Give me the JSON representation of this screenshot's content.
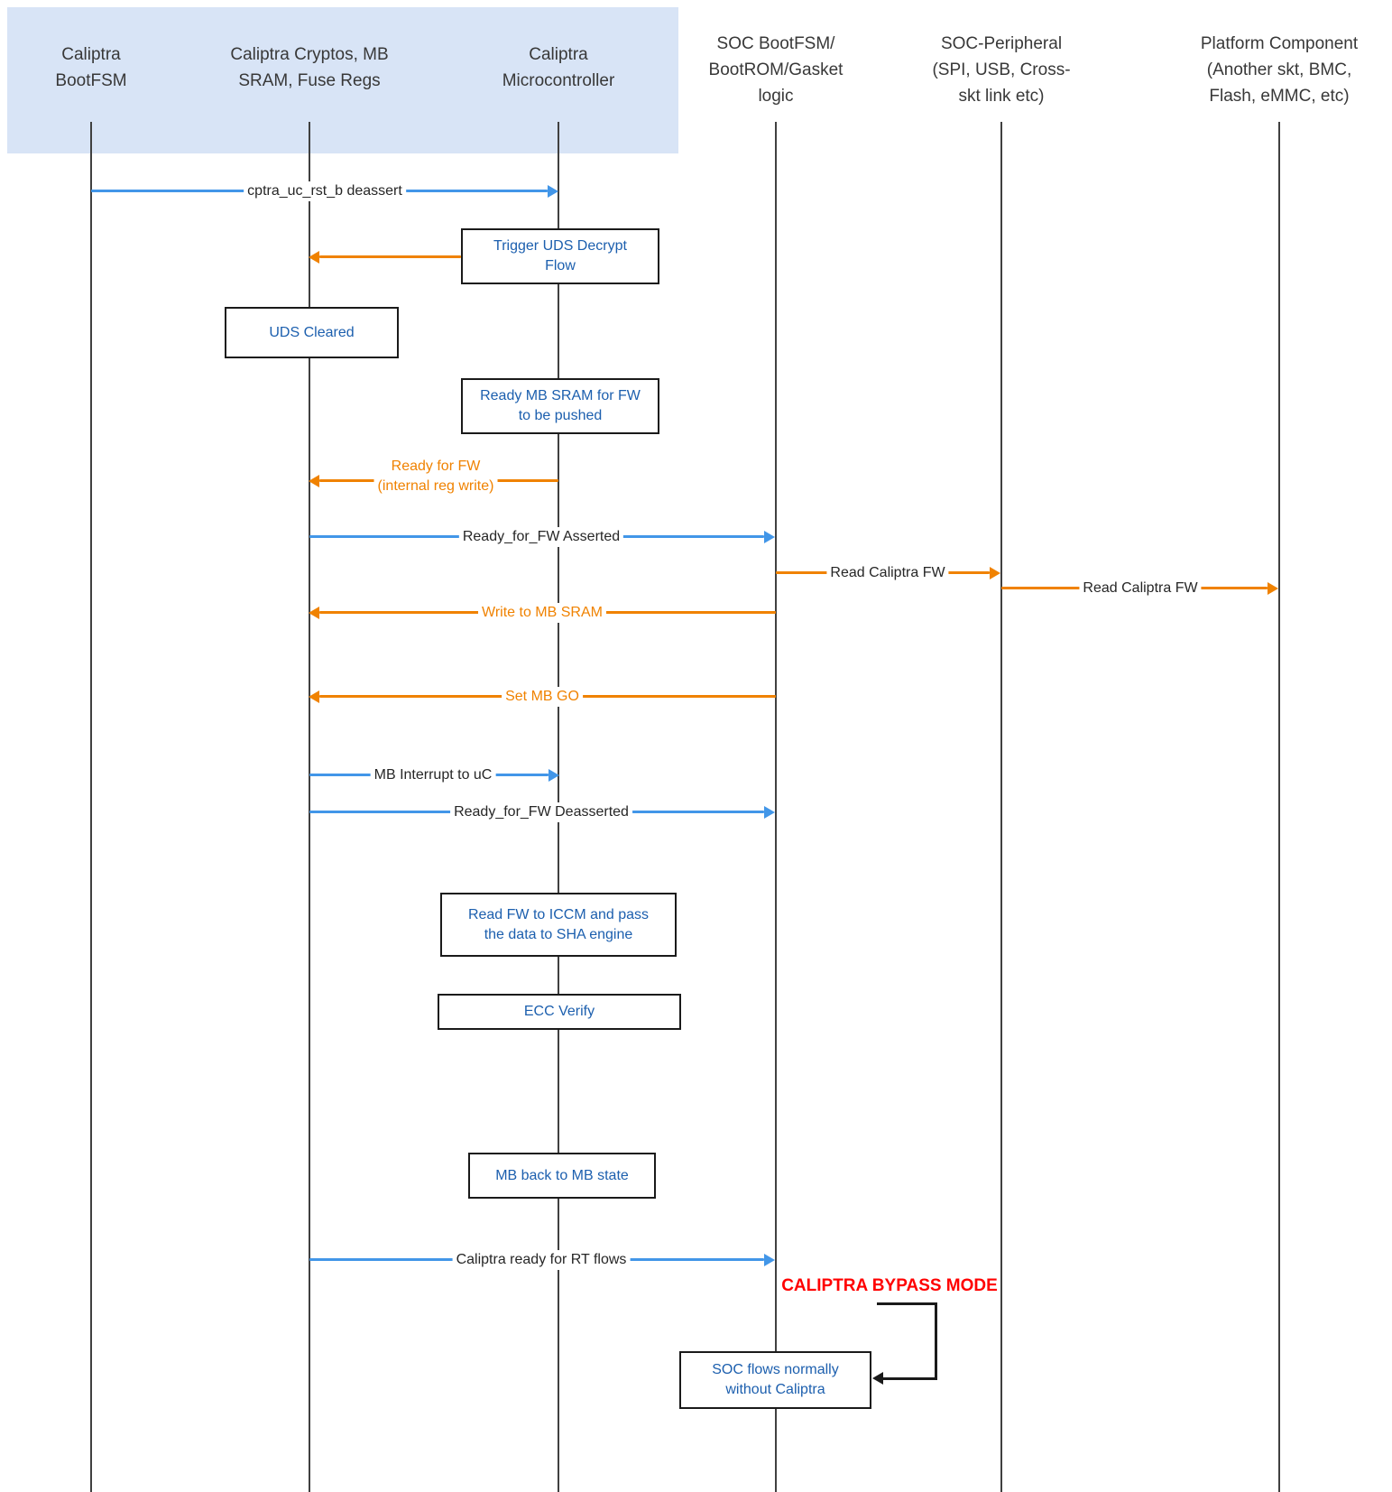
{
  "diagram_type": "sequence-diagram",
  "colors": {
    "blue_arrow": "#4296e8",
    "orange_arrow": "#f08200",
    "box_text_blue": "#1c5fae",
    "bypass_red": "#ff0000",
    "header_highlight": "#d8e4f6",
    "lifeline_gray": "#404040",
    "label_black": "#262626",
    "loop_black": "#1a1a1a"
  },
  "actors": [
    {
      "title": "Caliptra\nBootFSM"
    },
    {
      "title": "Caliptra Cryptos, MB\nSRAM, Fuse Regs"
    },
    {
      "title": "Caliptra\nMicrocontroller"
    },
    {
      "title": "SOC BootFSM/\nBootROM/Gasket\nlogic"
    },
    {
      "title": "SOC-Peripheral\n(SPI, USB, Cross-\nskt link etc)"
    },
    {
      "title": "Platform Component\n(Another skt, BMC,\nFlash, eMMC, etc)"
    }
  ],
  "messages": {
    "cptra_rst": "cptra_uc_rst_b deassert",
    "ready_for_fw_internal": "Ready for FW\n(internal reg write)",
    "ready_for_fw_asserted": "Ready_for_FW Asserted",
    "read_caliptra_fw_1": "Read Caliptra FW",
    "read_caliptra_fw_2": "Read Caliptra FW",
    "write_to_mb_sram": "Write to MB SRAM",
    "set_mb_go": "Set MB GO",
    "mb_interrupt": "MB Interrupt to uC",
    "ready_for_fw_deasserted": "Ready_for_FW Deasserted",
    "caliptra_ready_rt": "Caliptra ready for RT flows"
  },
  "boxes": {
    "trigger_uds": "Trigger UDS Decrypt\nFlow",
    "uds_cleared": "UDS Cleared",
    "ready_mb_sram": "Ready MB SRAM for FW\nto be pushed",
    "read_fw_iccm": "Read FW to ICCM and pass\nthe data to SHA engine",
    "ecc_verify": "ECC Verify",
    "mb_back": "MB back to MB state",
    "soc_flows": "SOC flows normally\nwithout Caliptra"
  },
  "annotations": {
    "bypass_mode": "CALIPTRA BYPASS MODE"
  }
}
